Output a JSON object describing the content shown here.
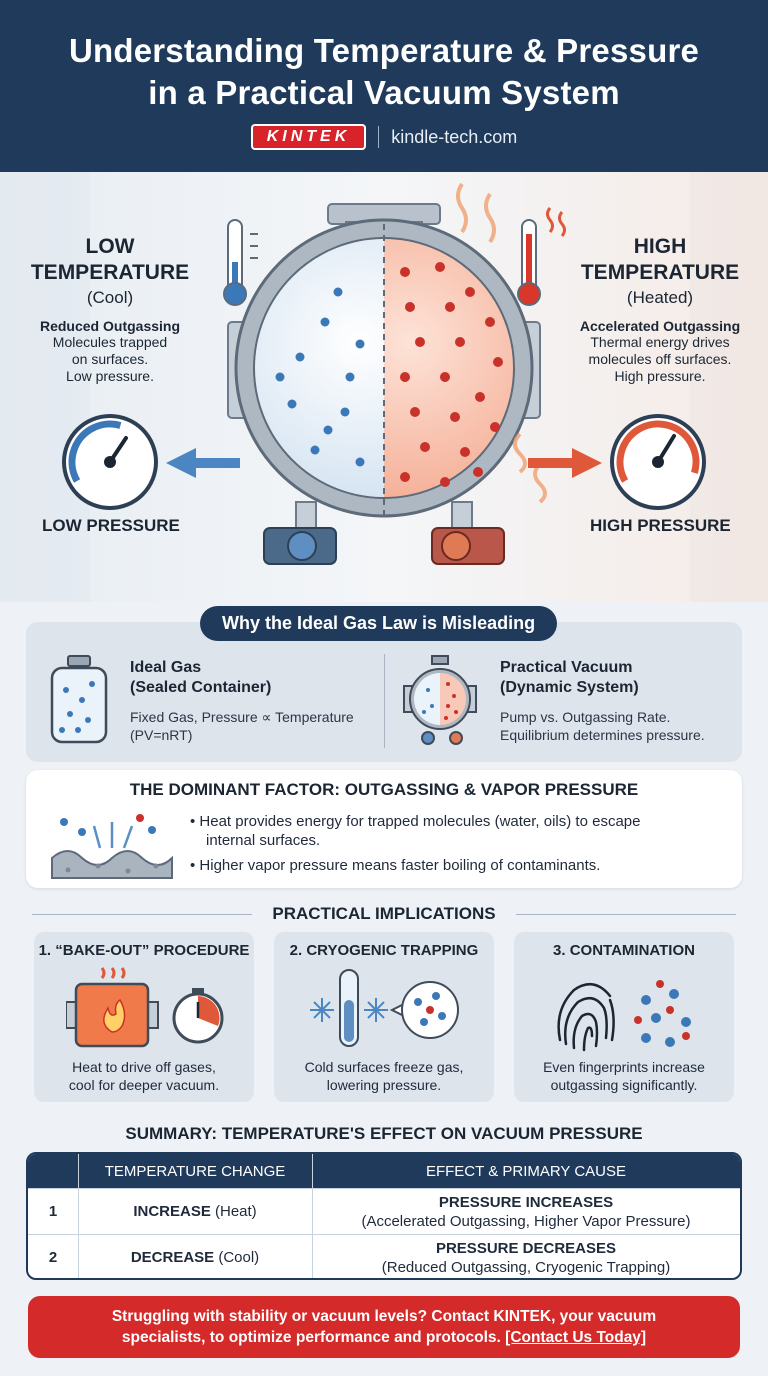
{
  "header": {
    "title_line1": "Understanding Temperature & Pressure",
    "title_line2": "in a Practical Vacuum System",
    "logo": "KINTEK",
    "site": "kindle-tech.com"
  },
  "hero": {
    "low": {
      "title_line1": "LOW",
      "title_line2": "TEMPERATURE",
      "paren": "(Cool)",
      "subhead": "Reduced Outgassing",
      "desc_line1": "Molecules trapped",
      "desc_line2": "on surfaces.",
      "desc_line3": "Low pressure.",
      "pressure": "LOW PRESSURE"
    },
    "high": {
      "title_line1": "HIGH",
      "title_line2": "TEMPERATURE",
      "paren": "(Heated)",
      "subhead": "Accelerated Outgassing",
      "desc_line1": "Thermal energy drives",
      "desc_line2": "molecules off surfaces.",
      "desc_line3": "High pressure.",
      "pressure": "HIGH PRESSURE"
    },
    "colors": {
      "cool": "#3b78b8",
      "hot": "#e0583a"
    }
  },
  "ideal_gas": {
    "pill": "Why the Ideal Gas Law is Misleading",
    "left_title_1": "Ideal Gas",
    "left_title_2": "(Sealed Container)",
    "left_text_1": "Fixed Gas, Pressure ∝ Temperature",
    "left_text_2": "(PV=nRT)",
    "right_title_1": "Practical Vacuum",
    "right_title_2": "(Dynamic System)",
    "right_text_1": "Pump vs. Outgassing Rate.",
    "right_text_2": "Equilibrium determines pressure."
  },
  "dominant": {
    "heading": "THE DOMINANT FACTOR: OUTGASSING & VAPOR PRESSURE",
    "bullet1_line1": "• Heat provides energy for trapped molecules (water, oils) to escape",
    "bullet1_line2": "internal surfaces.",
    "bullet2": "• Higher vapor pressure means faster boiling of contaminants."
  },
  "implications": {
    "heading": "PRACTICAL IMPLICATIONS",
    "items": [
      {
        "title": "1. “BAKE-OUT” PROCEDURE",
        "line1": "Heat to drive off gases,",
        "line2": "cool for deeper vacuum."
      },
      {
        "title": "2. CRYOGENIC TRAPPING",
        "line1": "Cold surfaces freeze gas,",
        "line2": "lowering pressure."
      },
      {
        "title": "3. CONTAMINATION",
        "line1": "Even fingerprints increase",
        "line2": "outgassing significantly."
      }
    ]
  },
  "summary": {
    "heading": "SUMMARY: TEMPERATURE'S EFFECT ON VACUUM PRESSURE",
    "col1": "TEMPERATURE CHANGE",
    "col2": "EFFECT & PRIMARY CAUSE",
    "rows": [
      {
        "num": "1",
        "change_bold": "INCREASE",
        "change_rest": " (Heat)",
        "effect": "PRESSURE INCREASES",
        "cause": "(Accelerated Outgassing, Higher Vapor Pressure)"
      },
      {
        "num": "2",
        "change_bold": "DECREASE",
        "change_rest": " (Cool)",
        "effect": "PRESSURE DECREASES",
        "cause": "(Reduced Outgassing, Cryogenic Trapping)"
      }
    ]
  },
  "cta": {
    "line1": "Struggling with stability or vacuum levels? Contact KINTEK, your vacuum",
    "line2": "specialists, to optimize performance and protocols. ",
    "link": "[Contact Us Today]"
  }
}
